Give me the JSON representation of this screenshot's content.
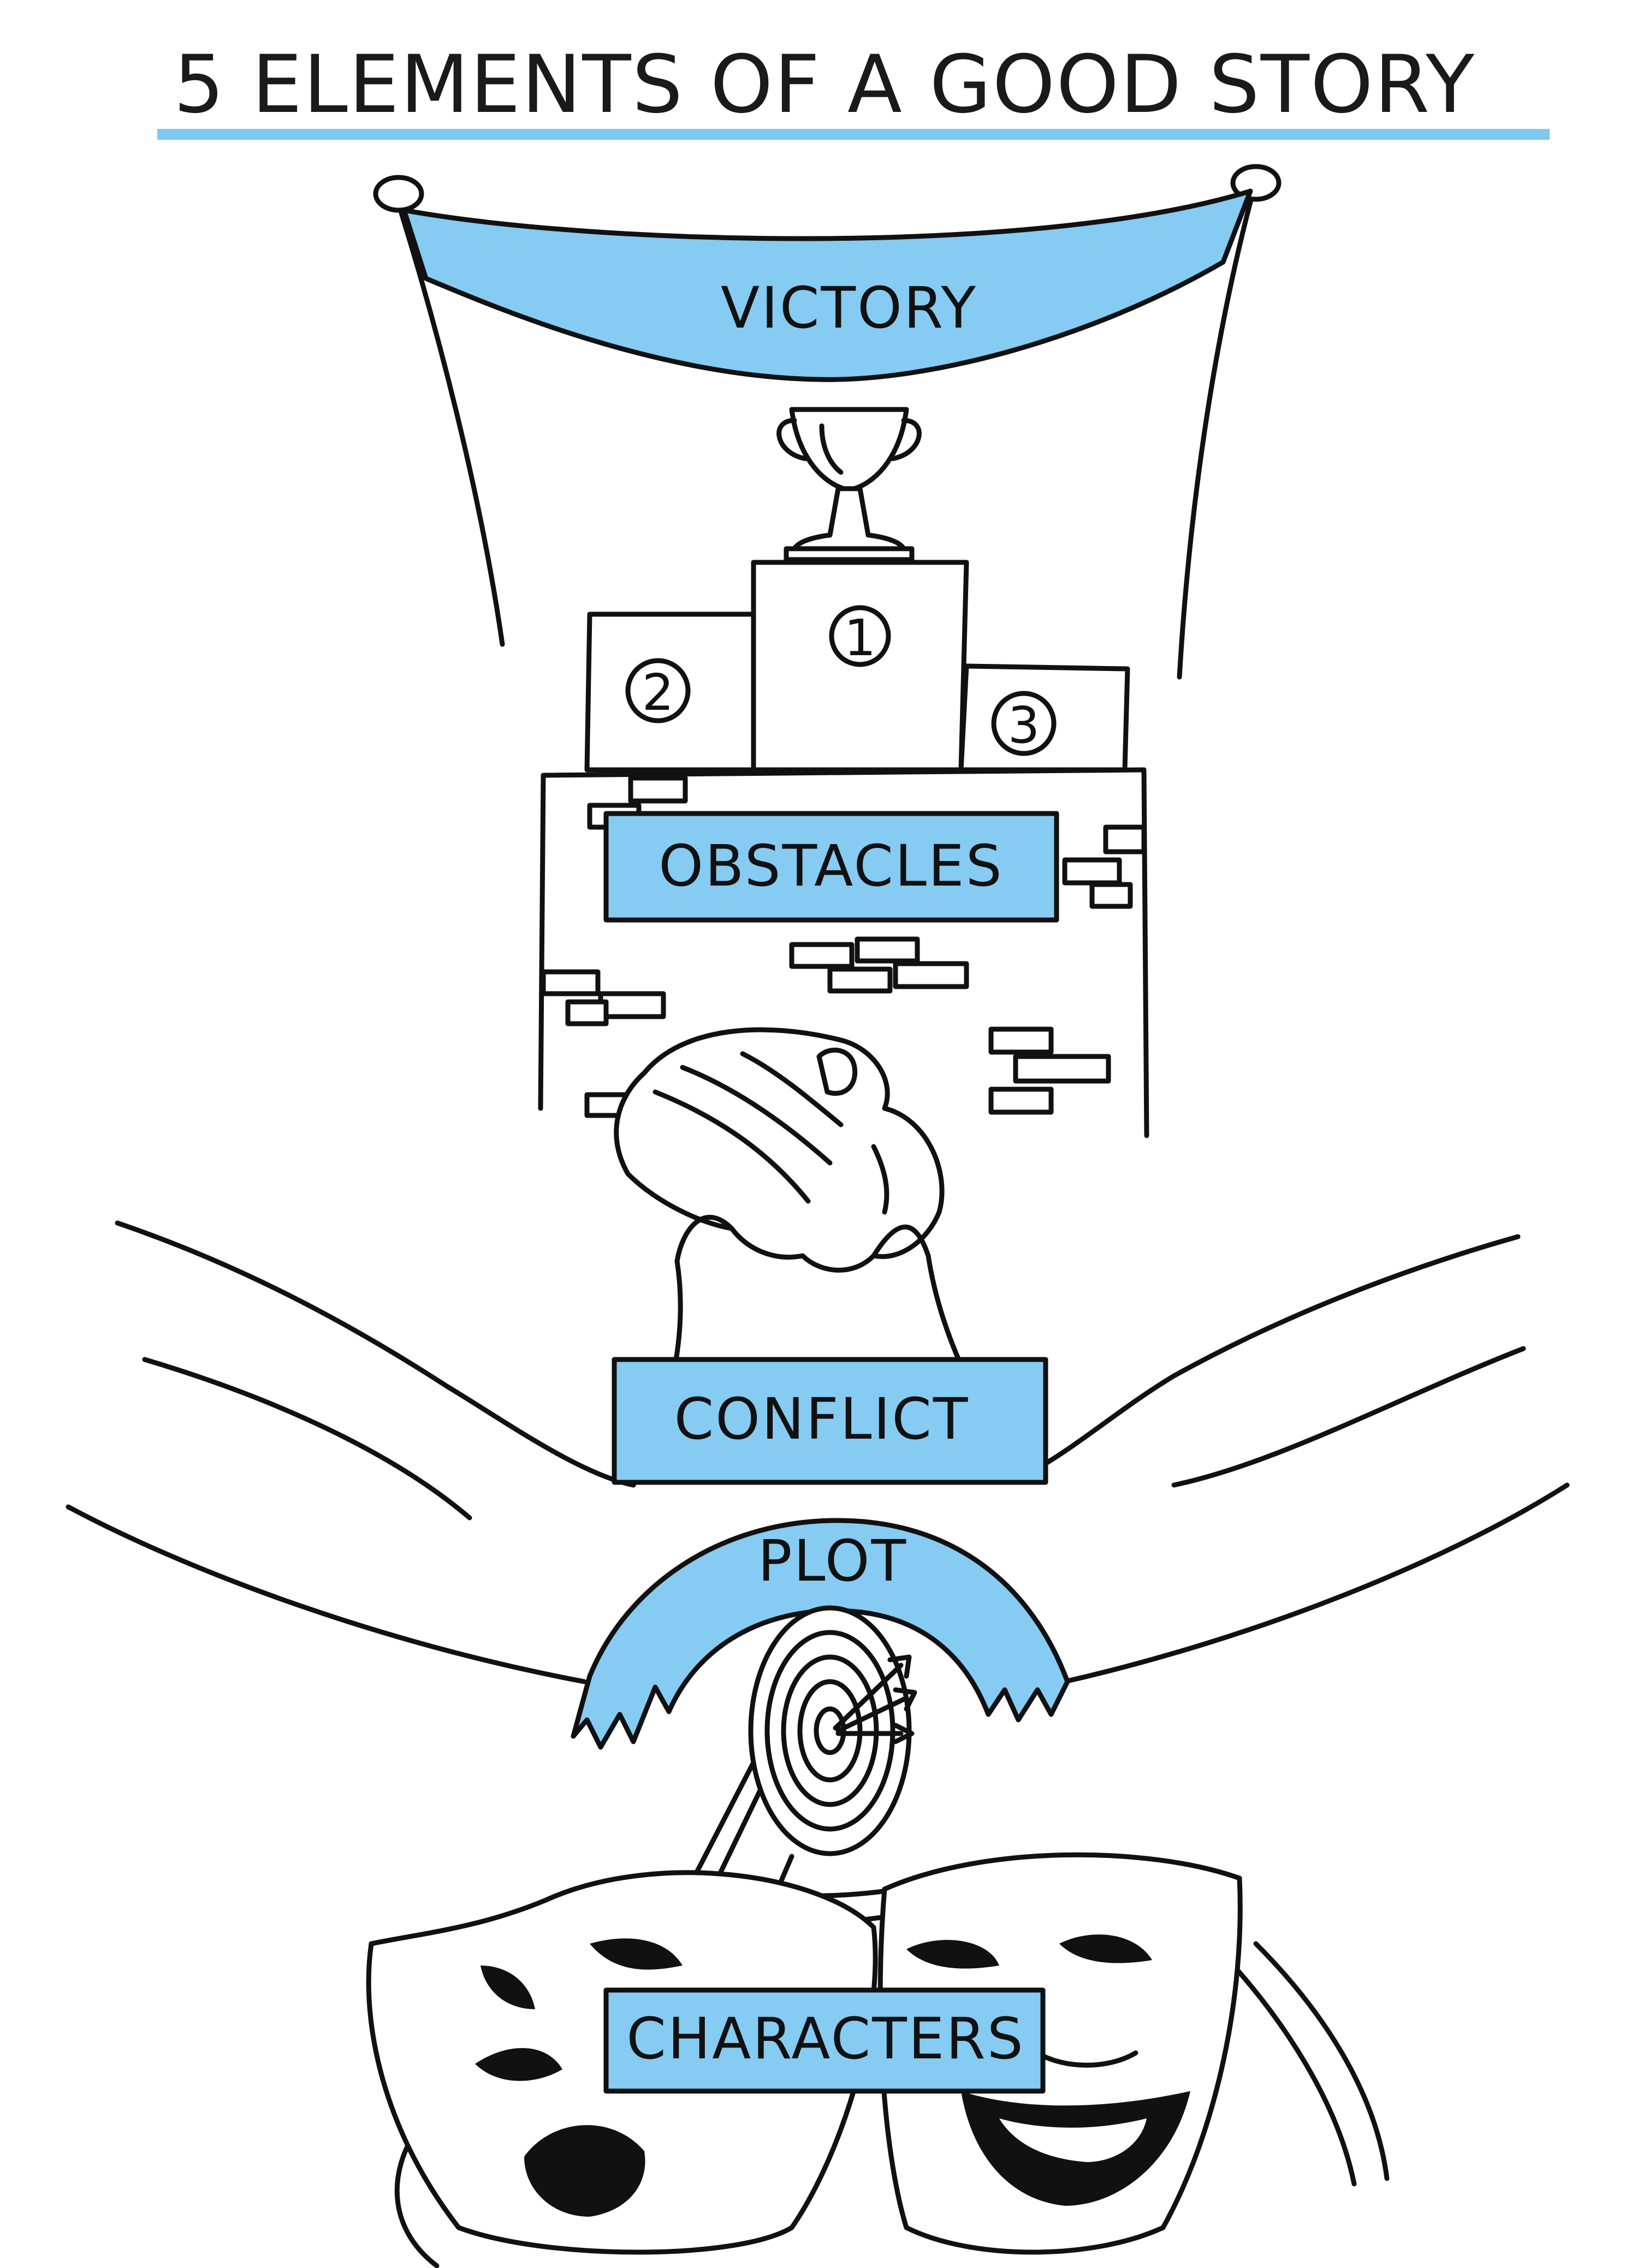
{
  "title": "5 ELEMENTS OF A GOOD STORY",
  "elements": {
    "victory": "VICTORY",
    "obstacles": "OBSTACLES",
    "conflict": "CONFLICT",
    "plot": "PLOT",
    "characters": "CHARACTERS"
  },
  "podium_numbers": {
    "first": "1",
    "second": "2",
    "third": "3"
  },
  "colors": {
    "accent": "#86cbf2",
    "ink": "#111111"
  },
  "icons": [
    "trophy-icon",
    "podium-icon",
    "brick-wall-icon",
    "clasped-hands-icon",
    "target-icon",
    "theatre-masks-icon"
  ]
}
